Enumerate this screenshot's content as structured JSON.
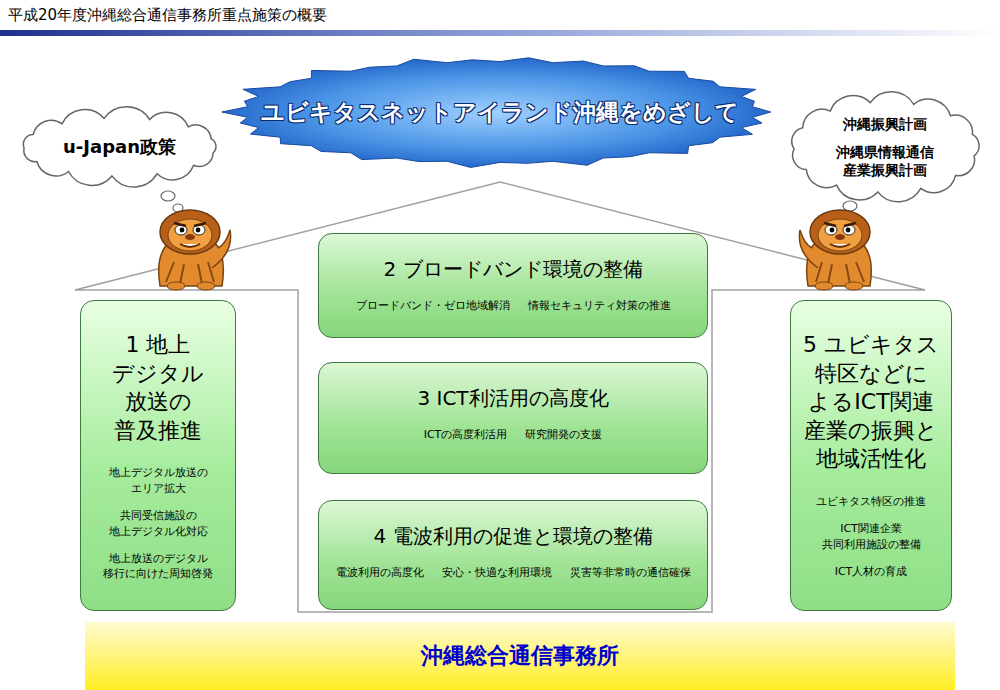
{
  "diagram": {
    "title": "平成20年度沖縄総合通信事務所重点施策の概要",
    "nodes": [
      {
        "text": [
          "u-Japan政策"
        ]
      },
      {
        "text": [
          "ユビキタスネットアイランド沖縄をめざして"
        ]
      },
      {
        "text": [
          "沖縄振興計画",
          "沖縄県情報通信 産業振興計画"
        ]
      },
      {
        "text": [
          "1 地上 デジタル 放送の 普及推進",
          "地上デジタル放送の エリア拡大",
          "共同受信施設の 地上デジタル化対応",
          "地上放送のデジタル 移行に向けた周知啓発"
        ]
      },
      {
        "text": [
          "2 ブロードバンド環境の整備",
          "ブロードバンド・ゼロ地域解消",
          "情報セキュリティ対策の推進"
        ]
      },
      {
        "text": [
          "3 ICT利活用の高度化",
          "ICTの高度利活用",
          "研究開発の支援"
        ]
      },
      {
        "text": [
          "4 電波利用の促進と環境の整備",
          "電波利用の高度化",
          "安心・快適な利用環境",
          "災害等非常時の通信確保"
        ]
      },
      {
        "text": [
          "5 ユビキタス 特区などに よるICT関連 産業の振興と 地域活性化",
          "ユビキタス特区の推進",
          "ICT関連企業 共同利用施設の整備",
          "ICT人材の育成"
        ]
      },
      {
        "text": [
          "沖縄総合通信事務所"
        ]
      }
    ]
  }
}
